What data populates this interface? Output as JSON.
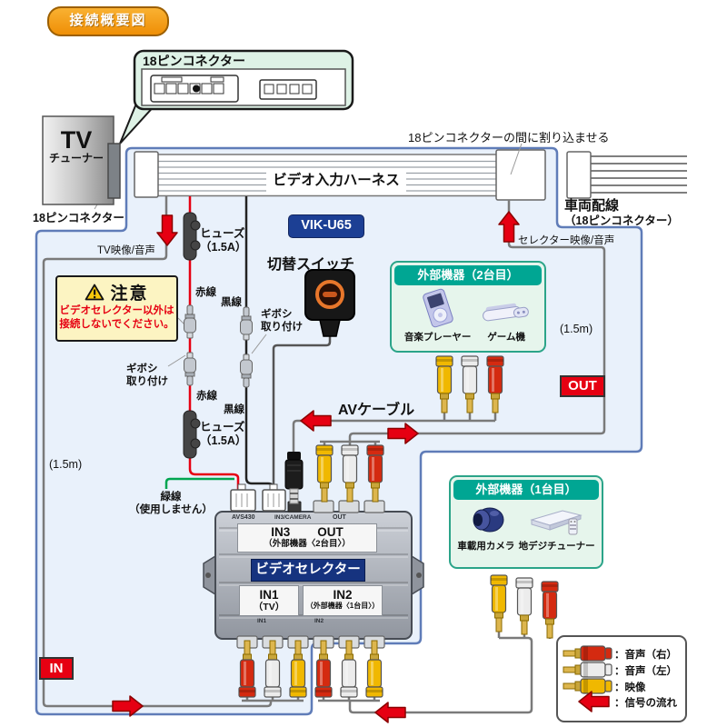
{
  "title_badge": "接続概要図",
  "callout": {
    "title": "18ピンコネクター"
  },
  "tv_tuner": {
    "name_line1": "TV",
    "name_line2": "チューナー",
    "connector_label": "18ピンコネクター"
  },
  "harness": {
    "label": "ビデオ入力ハーネス",
    "insert_note": "18ピンコネクターの間に割り込ませる",
    "vehicle_label_line1": "車両配線",
    "vehicle_label_line2": "（18ピンコネクター）"
  },
  "model_badge": "VIK-U65",
  "flow_badges": {
    "in": "IN",
    "out": "OUT"
  },
  "wire_labels": {
    "tv_av": "TV映像/音声",
    "selector_av": "セレクター映像/音声",
    "red_wire_upper": "赤線",
    "red_wire_lower": "赤線",
    "black_wire_upper": "黒線",
    "black_wire_lower": "黒線",
    "green_wire": "緑線",
    "green_wire_note": "（使用しません）",
    "fuse_upper_line1": "ヒューズ",
    "fuse_upper_line2": "（1.5A）",
    "fuse_lower_line1": "ヒューズ",
    "fuse_lower_line2": "（1.5A）",
    "giboshi_right_line1": "ギボシ",
    "giboshi_right_line2": "取り付け",
    "giboshi_left_line1": "ギボシ",
    "giboshi_left_line2": "取り付け",
    "length_left": "(1.5m)",
    "length_right": "(1.5m)",
    "av_cable": "AVケーブル",
    "switch": "切替スイッチ"
  },
  "caution": {
    "title": "注意",
    "line1": "ビデオセレクター以外は",
    "line2": "接続しないでください。"
  },
  "external_device_2": {
    "title": "外部機器（2台目）",
    "item1": "音楽プレーヤー",
    "item2": "ゲーム機"
  },
  "external_device_1": {
    "title": "外部機器（1台目）",
    "item1": "車載用カメラ",
    "item2": "地デジチューナー"
  },
  "selector": {
    "print_model": "AVS430",
    "print_in3": "IN3/CAMERA",
    "print_out": "OUT",
    "print_in1": "IN1",
    "print_in2": "IN2",
    "in3_title": "IN3",
    "out_title": "OUT",
    "in3_sub": "（外部機器〈2台目〉）",
    "name": "ビデオセレクター",
    "in1_title": "IN1",
    "in1_sub": "（TV）",
    "in2_title": "IN2",
    "in2_sub": "（外部機器〈1台目〉）"
  },
  "legend": {
    "items": [
      {
        "icon": "rca-plug-red",
        "label": "：音声（右）"
      },
      {
        "icon": "rca-plug-white",
        "label": "：音声（左）"
      },
      {
        "icon": "rca-plug-yellow",
        "label": "：映像"
      },
      {
        "icon": "flow-arrow",
        "label": "：信号の流れ"
      }
    ]
  },
  "colors": {
    "accent_red": "#e60012",
    "navy": "#1c3f94",
    "teal": "#00a693",
    "orange": "#f5a11c",
    "box_border_blue": "#5f7cb8",
    "box_fill_blue": "#e9f1fb",
    "rca_yellow": "#f0b800",
    "rca_white": "#ececec",
    "rca_red": "#d42a10"
  }
}
